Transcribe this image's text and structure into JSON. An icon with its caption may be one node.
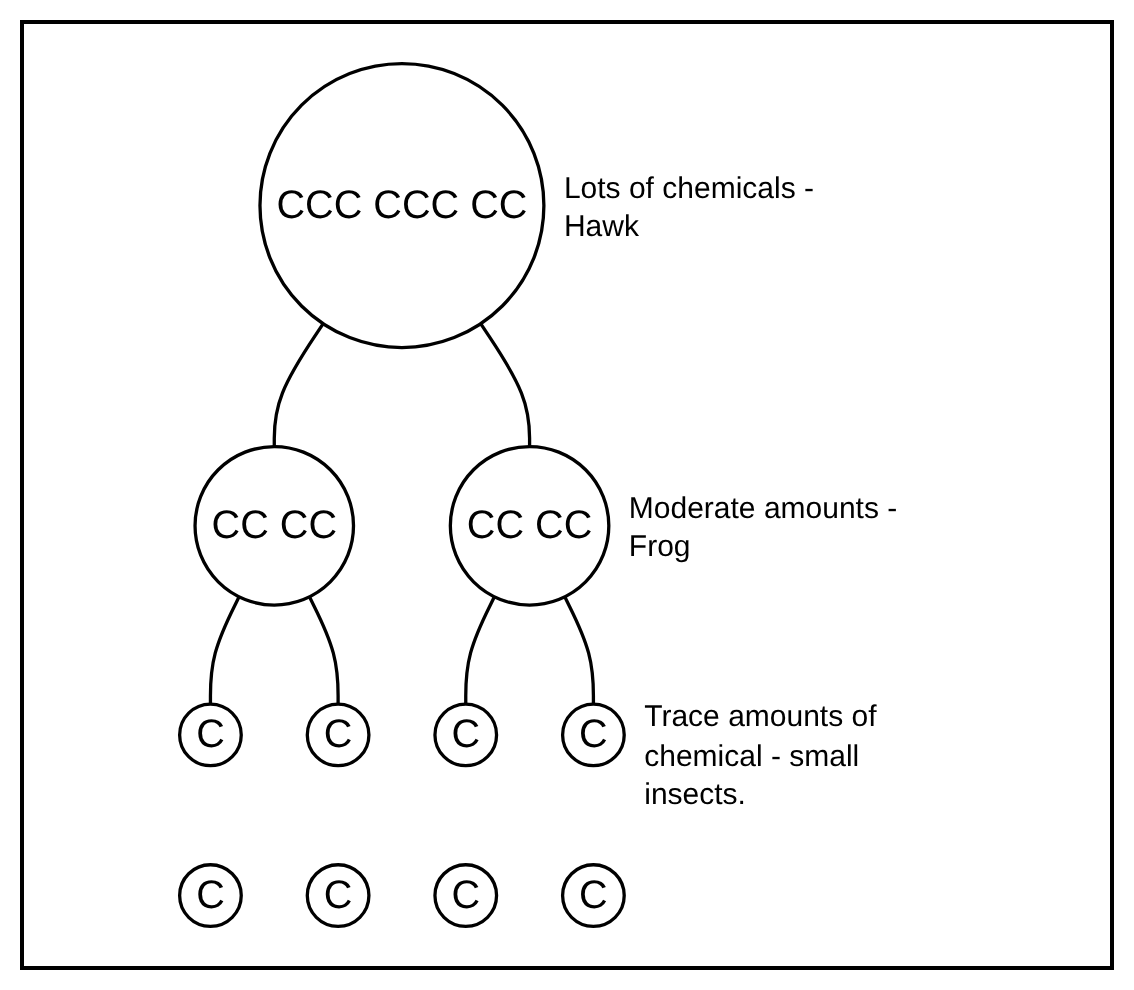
{
  "diagram": {
    "nodes": [
      {
        "text": [
          "CCC CCC CC"
        ],
        "beside": [
          "Lots of chemicals - Hawk"
        ]
      },
      {
        "text": [
          "CC CC"
        ]
      },
      {
        "text": [
          "CC CC"
        ],
        "beside": [
          "Moderate amounts - Frog"
        ]
      },
      {
        "text": [
          "C"
        ]
      },
      {
        "text": [
          "C"
        ]
      },
      {
        "text": [
          "C"
        ]
      },
      {
        "text": [
          "C"
        ]
      },
      {
        "text": [
          "C"
        ]
      },
      {
        "text": [
          "C"
        ],
        "beside": [
          "Trace amounts of chemical - small insects."
        ]
      },
      {
        "text": [
          "C"
        ]
      },
      {
        "text": [
          "C"
        ]
      }
    ],
    "edges": [
      {
        "from": 0,
        "to": 1,
        "arrow": "none"
      },
      {
        "from": 0,
        "to": 2,
        "arrow": "none"
      },
      {
        "from": 1,
        "to": 3,
        "arrow": "none"
      },
      {
        "from": 1,
        "to": 4,
        "arrow": "none"
      },
      {
        "from": 2,
        "to": 7,
        "arrow": "none"
      },
      {
        "from": 2,
        "to": 8,
        "arrow": "none"
      }
    ]
  }
}
